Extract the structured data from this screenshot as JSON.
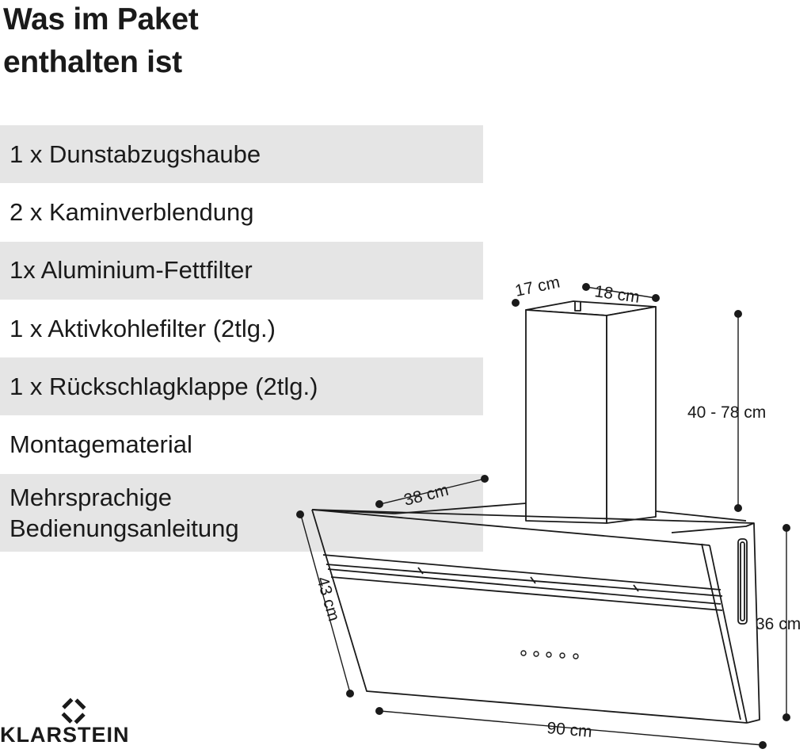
{
  "title": {
    "line1": "Was im Paket",
    "line2": "enthalten ist"
  },
  "items": [
    {
      "text": "1 x Dunstabzugshaube",
      "shaded": true
    },
    {
      "text": "2 x Kaminverblendung",
      "shaded": false
    },
    {
      "text": "1x Aluminium-Fettfilter",
      "shaded": true
    },
    {
      "text": "1 x Aktivkohlefilter (2tlg.)",
      "shaded": false
    },
    {
      "text": "1 x Rückschlagklappe (2tlg.)",
      "shaded": true
    },
    {
      "text": "Montagematerial",
      "shaded": false
    },
    {
      "text": "Mehrsprachige",
      "text2": "Bedienungsanleitung",
      "shaded": true
    }
  ],
  "dimensions": {
    "chimney_depth": "17 cm",
    "chimney_width": "18 cm",
    "chimney_height": "40 - 78 cm",
    "hood_depth": "38 cm",
    "glass_height": "43 cm",
    "hood_height": "36 cm",
    "hood_width": "90 cm"
  },
  "brand": {
    "name": "KLARSTEIN",
    "logo_icon": "klarstein-logo-icon"
  },
  "colors": {
    "text": "#1a1a1a",
    "row_shade": "#e5e5e5",
    "background": "#ffffff"
  }
}
